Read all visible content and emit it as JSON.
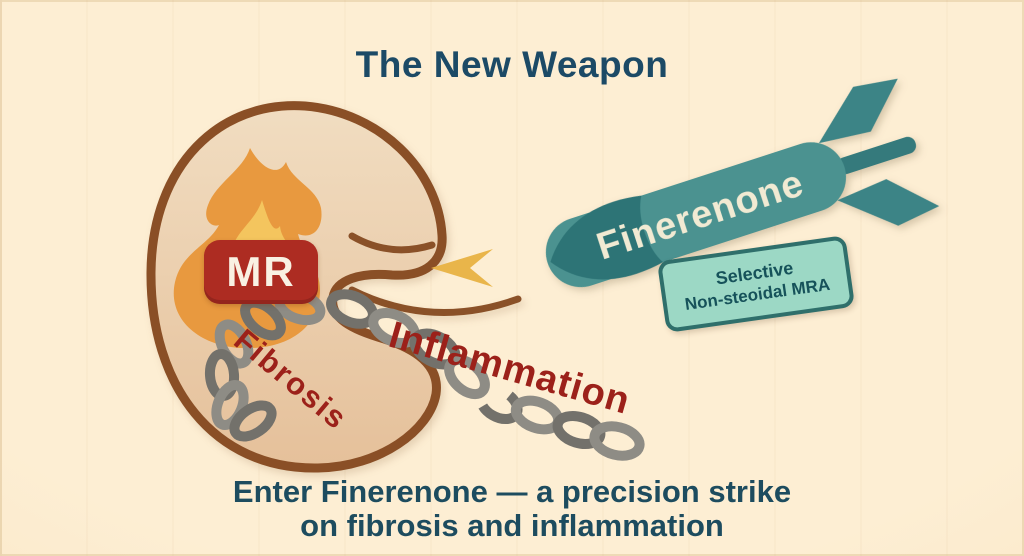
{
  "title": "The New Weapon",
  "kidney": {
    "mr_badge": "MR",
    "fibrosis": "Fibrosis",
    "inflammation": "Inflammation"
  },
  "missile": {
    "label": "Finerenone",
    "badge": {
      "line1": "Selective",
      "line2": "Non-steoidal MRA"
    }
  },
  "caption": {
    "line1": "Enter Finerenone — a precision strike",
    "line2": "on fibrosis and inflammation"
  },
  "colors": {
    "background": "#fceccd",
    "heading_text": "#1c4a66",
    "mr_badge_red": "#ad2c22",
    "label_red": "#9c211a",
    "kidney_outline": "#8a4f26",
    "kidney_fill_top": "#f1ddc1",
    "kidney_fill_bottom": "#e5c09a",
    "flame_orange": "#e8993f",
    "flame_yellow": "#f4c55e",
    "chain_gray": "#8e8c85",
    "missile_body_teal": "#4b9290",
    "missile_nose_teal": "#2d7476",
    "mra_badge_fill": "#9cd8c5",
    "mra_badge_border": "#2f6f6b",
    "spark_gold": "#e9b54a"
  }
}
